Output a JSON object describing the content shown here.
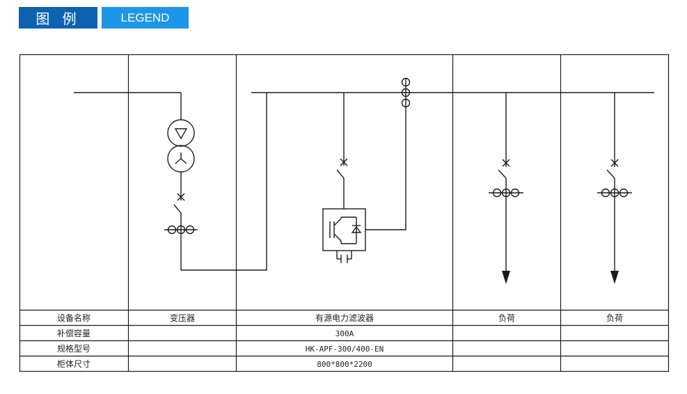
{
  "header": {
    "title_cn": "图 例",
    "title_en": "LEGEND"
  },
  "table": {
    "row_labels": [
      "设备名称",
      "补偿容量",
      "规格型号",
      "柜体尺寸"
    ],
    "columns": [
      {
        "name": "变压器",
        "capacity": "",
        "model": "",
        "size": ""
      },
      {
        "name": "有源电力滤波器",
        "capacity": "300A",
        "model": "HK-APF-300/400-EN",
        "size": "800*800*2200"
      },
      {
        "name": "负荷",
        "capacity": "",
        "model": "",
        "size": ""
      },
      {
        "name": "负荷",
        "capacity": "",
        "model": "",
        "size": ""
      }
    ]
  },
  "colors": {
    "line": "#1a1a1a",
    "header_dark": "#0d63b0",
    "header_light": "#1e96e8"
  }
}
